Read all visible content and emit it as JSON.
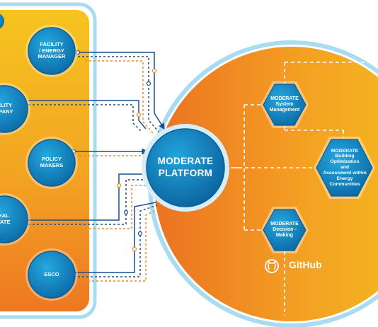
{
  "stakeholders": [
    {
      "id": "facility-energy-manager",
      "label": "FACILITY\n/ ENERGY\nMANAGER"
    },
    {
      "id": "facility-company",
      "label": "CILITY\nMPANY"
    },
    {
      "id": "policy-makers",
      "label": "POLICY\nMAKERS"
    },
    {
      "id": "real-estate",
      "label": "EAL\nTATE"
    },
    {
      "id": "esco",
      "label": "ESCO"
    }
  ],
  "platform": {
    "label": "MODERATE\nPLATFORM"
  },
  "modules": [
    {
      "id": "system-management",
      "label": "MODERATE\nSystem\nManagement"
    },
    {
      "id": "building-optimization",
      "label": "MODERATE\nBuilding\nOptimization\nand\nAssessment within\nEnergy\nCommunities"
    },
    {
      "id": "decision-making",
      "label": "MODERATE\nDecision -\nMaking"
    }
  ],
  "github": {
    "label": "GitHub",
    "icon": "github-icon"
  },
  "colors": {
    "panel_top": "#f5c21e",
    "panel_bottom": "#ee7a22",
    "panel_border": "#9fd8ef",
    "node_blue": "#1a8fcc",
    "node_blue_dark": "#0b5f97",
    "connector_blue": "#1f4e8c",
    "connector_orange": "#f08a24"
  }
}
